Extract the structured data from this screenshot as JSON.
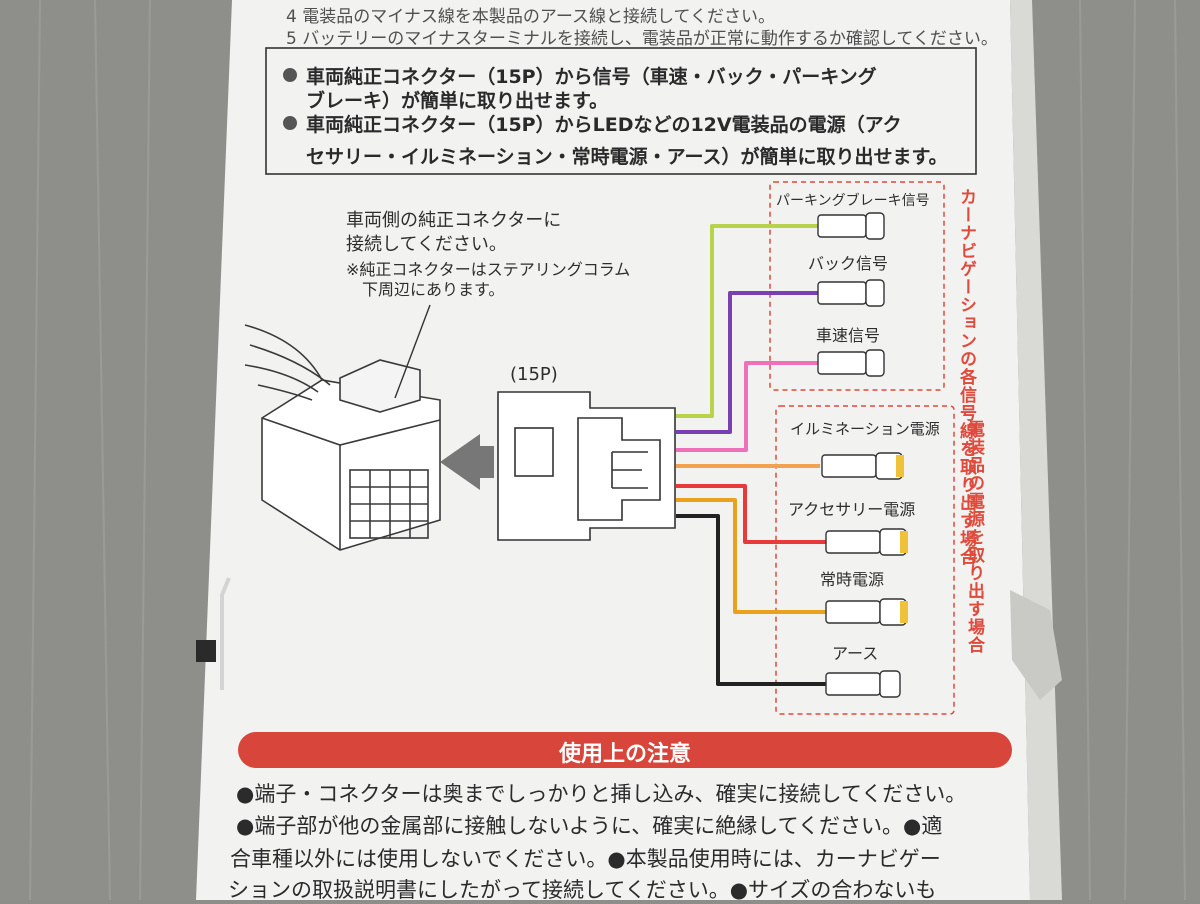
{
  "instructions": {
    "step4": "4 電装品のマイナス線を本製品のアース線と接続してください。",
    "step5": "5 バッテリーのマイナスターミナルを接続し、電装品が正常に動作するか確認してください。"
  },
  "features": {
    "line1": "車両純正コネクター（15P）から信号（車速・バック・パーキング",
    "line2": "ブレーキ）が簡単に取り出せます。",
    "line3": "車両純正コネクター（15P）からLEDなどの12V電装品の電源（アク",
    "line4": "セサリー・イルミネーション・常時電源・アース）が簡単に取り出せます。"
  },
  "diagram": {
    "connect_note_1": "車両側の純正コネクターに",
    "connect_note_2": "接続してください。",
    "location_note_1": "※純正コネクターはステアリングコラム",
    "location_note_2": "下周辺にあります。",
    "connector_label": "(15P)",
    "signal_group_title": "カーナビゲーションの各信号線を取り出す場合",
    "power_group_title": "電装品の電源を取り出す場合",
    "wires": [
      {
        "label": "パーキングブレーキ信号",
        "color": "#b8d24a"
      },
      {
        "label": "バック信号",
        "color": "#7a3fb0"
      },
      {
        "label": "車速信号",
        "color": "#ef6fb8"
      },
      {
        "label": "イルミネーション電源",
        "color": "#f2a24d"
      },
      {
        "label": "アクセサリー電源",
        "color": "#e83a3a"
      },
      {
        "label": "常時電源",
        "color": "#eaa21e"
      },
      {
        "label": "アース",
        "color": "#222222"
      }
    ]
  },
  "caution": {
    "title": "使用上の注意",
    "line1": "●端子・コネクターは奥までしっかりと挿し込み、確実に接続してください。",
    "line2": "●端子部が他の金属部に接触しないように、確実に絶縁してください。●適",
    "line3": "合車種以外には使用しないでください。●本製品使用時には、カーナビゲー",
    "line4": "ションの取扱説明書にしたがって接続してください。●サイズの合わないも"
  },
  "colors": {
    "accent_red": "#d8453a",
    "card_white": "#f4f4f2",
    "wood_gray": "#8d8e8a"
  }
}
